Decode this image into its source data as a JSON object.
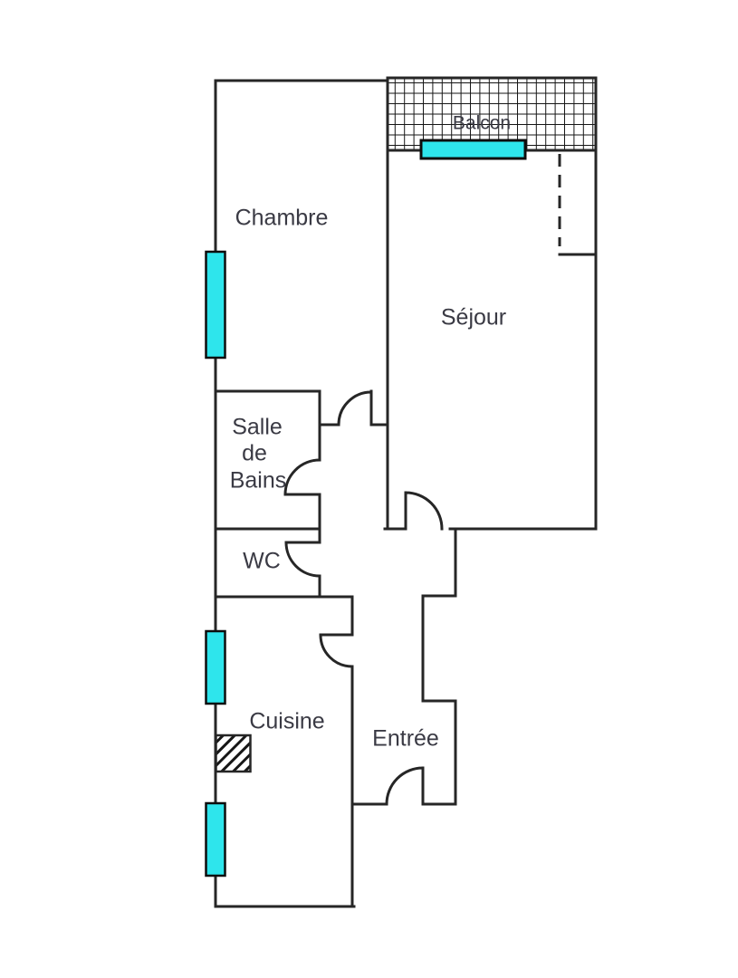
{
  "floorplan": {
    "rooms": {
      "balcon": {
        "label": "Balcon"
      },
      "chambre": {
        "label": "Chambre"
      },
      "sejour": {
        "label": "Séjour"
      },
      "salle_de_bains": {
        "label_lines": [
          "Salle",
          "de",
          "Bains"
        ]
      },
      "wc": {
        "label": "WC"
      },
      "cuisine": {
        "label": "Cuisine"
      },
      "entree": {
        "label": "Entrée"
      }
    },
    "colors": {
      "wall": "#262626",
      "window_fill": "#2ee5ec",
      "window_border": "#0d0d0d",
      "hatch": "#161616",
      "label_text": "#3a3a44",
      "background": "#ffffff"
    },
    "features": {
      "windows": [
        "chambre-window",
        "balcon-window",
        "cuisine-window-upper",
        "cuisine-window-lower"
      ],
      "doors": [
        "chambre-corridor-door",
        "salle-de-bains-door",
        "wc-door",
        "cuisine-door",
        "sejour-door",
        "entree-door"
      ],
      "balcony_floor": "grid-hatch",
      "kitchen_fixture": "diagonal-hatch"
    }
  }
}
